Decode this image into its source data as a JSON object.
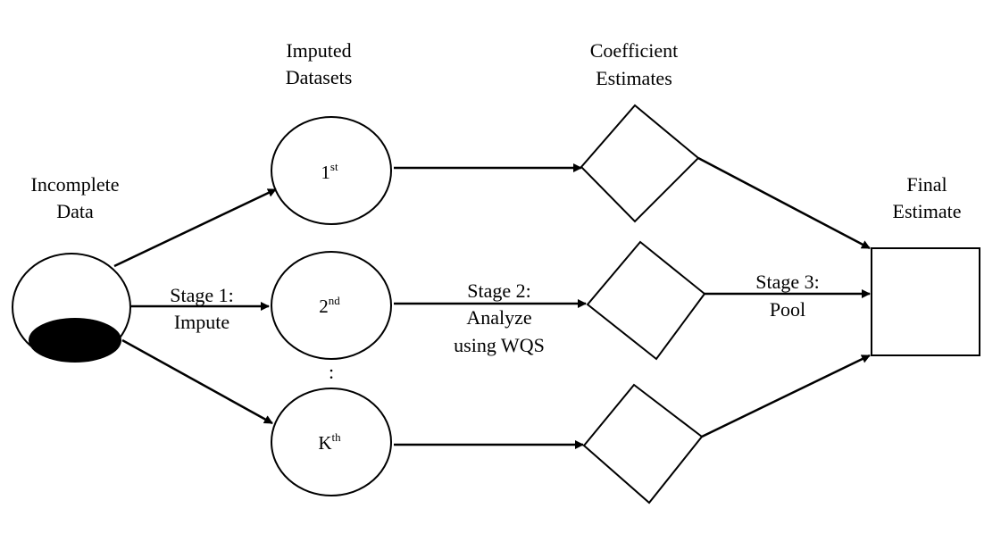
{
  "headers": {
    "incomplete_line1": "Incomplete",
    "incomplete_line2": "Data",
    "imputed_line1": "Imputed",
    "imputed_line2": "Datasets",
    "coef_line1": "Coefficient",
    "coef_line2": "Estimates",
    "final_line1": "Final",
    "final_line2": "Estimate"
  },
  "nodes": {
    "first": {
      "base": "1",
      "sup": "st"
    },
    "second": {
      "base": "2",
      "sup": "nd"
    },
    "kth": {
      "base": "K",
      "sup": "th"
    },
    "ellipsis": ":"
  },
  "stages": {
    "stage1_line1": "Stage 1:",
    "stage1_line2": "Impute",
    "stage2_line1": "Stage 2:",
    "stage2_line2": "Analyze",
    "stage2_line3": "using WQS",
    "stage3_line1": "Stage 3:",
    "stage3_line2": "Pool"
  }
}
